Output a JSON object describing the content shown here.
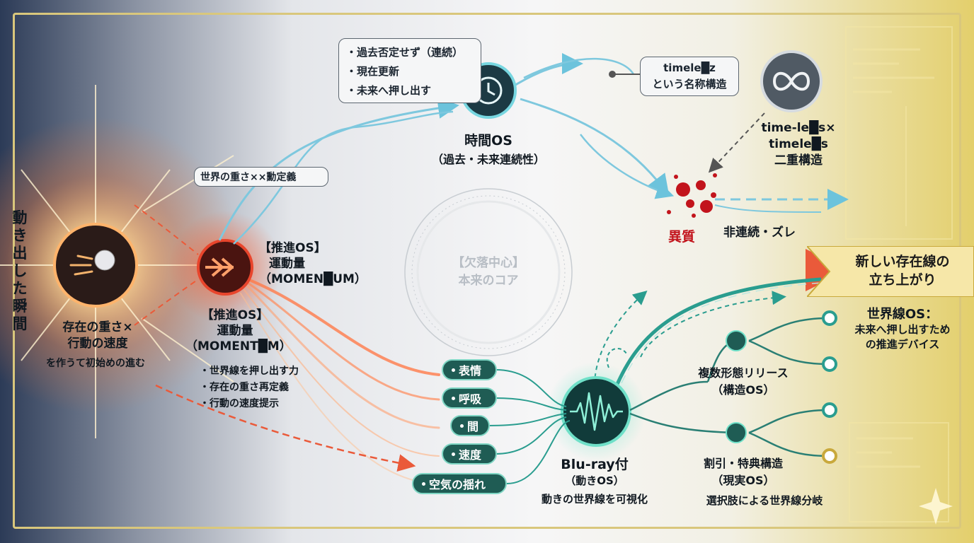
{
  "vertical_label": "動き出した瞬間",
  "left": {
    "title_lines": [
      "存在の重さ×",
      "行動の速度"
    ],
    "subtitle": "を作うて初始めの進む"
  },
  "world_weight_box": "世界の重さ××勳定義",
  "momentum_top": {
    "line1": "【推進OS】",
    "line2": "運動量",
    "line3": "（MOMEN█UM）"
  },
  "momentum_bottom": {
    "line1": "【推進OS】",
    "line2": "運動量",
    "line3": "（MOMENT█M）",
    "bullets": [
      "世界線を押し出す力",
      "存在の重さ再定義",
      "行動の速度提示"
    ]
  },
  "past_box": [
    "過去否定せず（連続）",
    "現在更新",
    "未来へ押し出す"
  ],
  "time_os": {
    "title": "時間OS",
    "subtitle": "（過去・未来連続性）"
  },
  "timeless_box": [
    "timele█z",
    "という名称構造"
  ],
  "timeless_double": [
    "time-le█s×",
    "timele█s",
    "二重構造"
  ],
  "center": {
    "line1": "【欠落中心】",
    "line2": "本来のコア"
  },
  "anomaly": "異質",
  "discontinuity": "非連続・ズレ",
  "banner": [
    "新しい存在線の",
    "立ち上がり"
  ],
  "world_line_os": {
    "title": "世界線OS：",
    "lines": [
      "未来へ押し出すため",
      "の推進デバイス"
    ]
  },
  "pills": [
    "表情",
    "呼吸",
    "間",
    "速度",
    "空気の揺れ"
  ],
  "bluray": {
    "title": "Blu-ray付",
    "subtitle": "（動きOS）",
    "desc": "動きの世界線を可視化"
  },
  "multi_release": [
    "複数形態リリース",
    "（構造OS）"
  ],
  "discount": {
    "lines": [
      "割引・特典構造",
      "（現実OS）"
    ],
    "desc": "選択肢による世界線分岐"
  },
  "colors": {
    "accent_red": "#e8452c",
    "accent_teal": "#2aa394",
    "accent_blue": "#5bb6d2",
    "gold": "#e6d27a",
    "anomaly_red": "#c2141c"
  }
}
